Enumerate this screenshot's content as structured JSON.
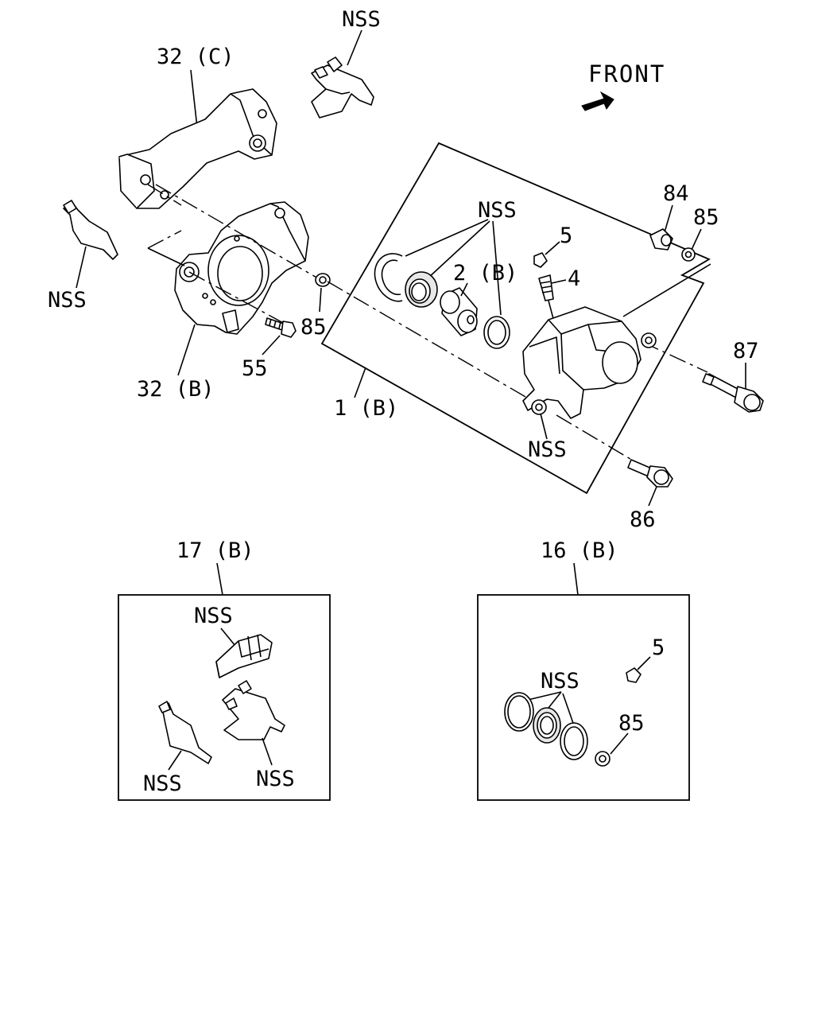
{
  "labels": {
    "front": "FRONT",
    "nss_top": "NSS",
    "bracket_c": "32 (C)",
    "nss_left": "NSS",
    "bracket_b": "32 (B)",
    "bolt_55": "55",
    "washer_85_left": "85",
    "caliper_assy": "1 (B)",
    "nss_seals": "NSS",
    "piston": "2 (B)",
    "cap_5": "5",
    "bleeder_4": "4",
    "bushing_84": "84",
    "washer_85_right": "85",
    "bolt_87": "87",
    "nss_caliper": "NSS",
    "bolt_86": "86",
    "pad_kit": "17 (B)",
    "nss_pads": "NSS",
    "nss_clip_left": "NSS",
    "nss_clip_right": "NSS",
    "seal_kit": "16 (B)",
    "kit_cap_5": "5",
    "kit_nss": "NSS",
    "kit_washer_85": "85"
  }
}
